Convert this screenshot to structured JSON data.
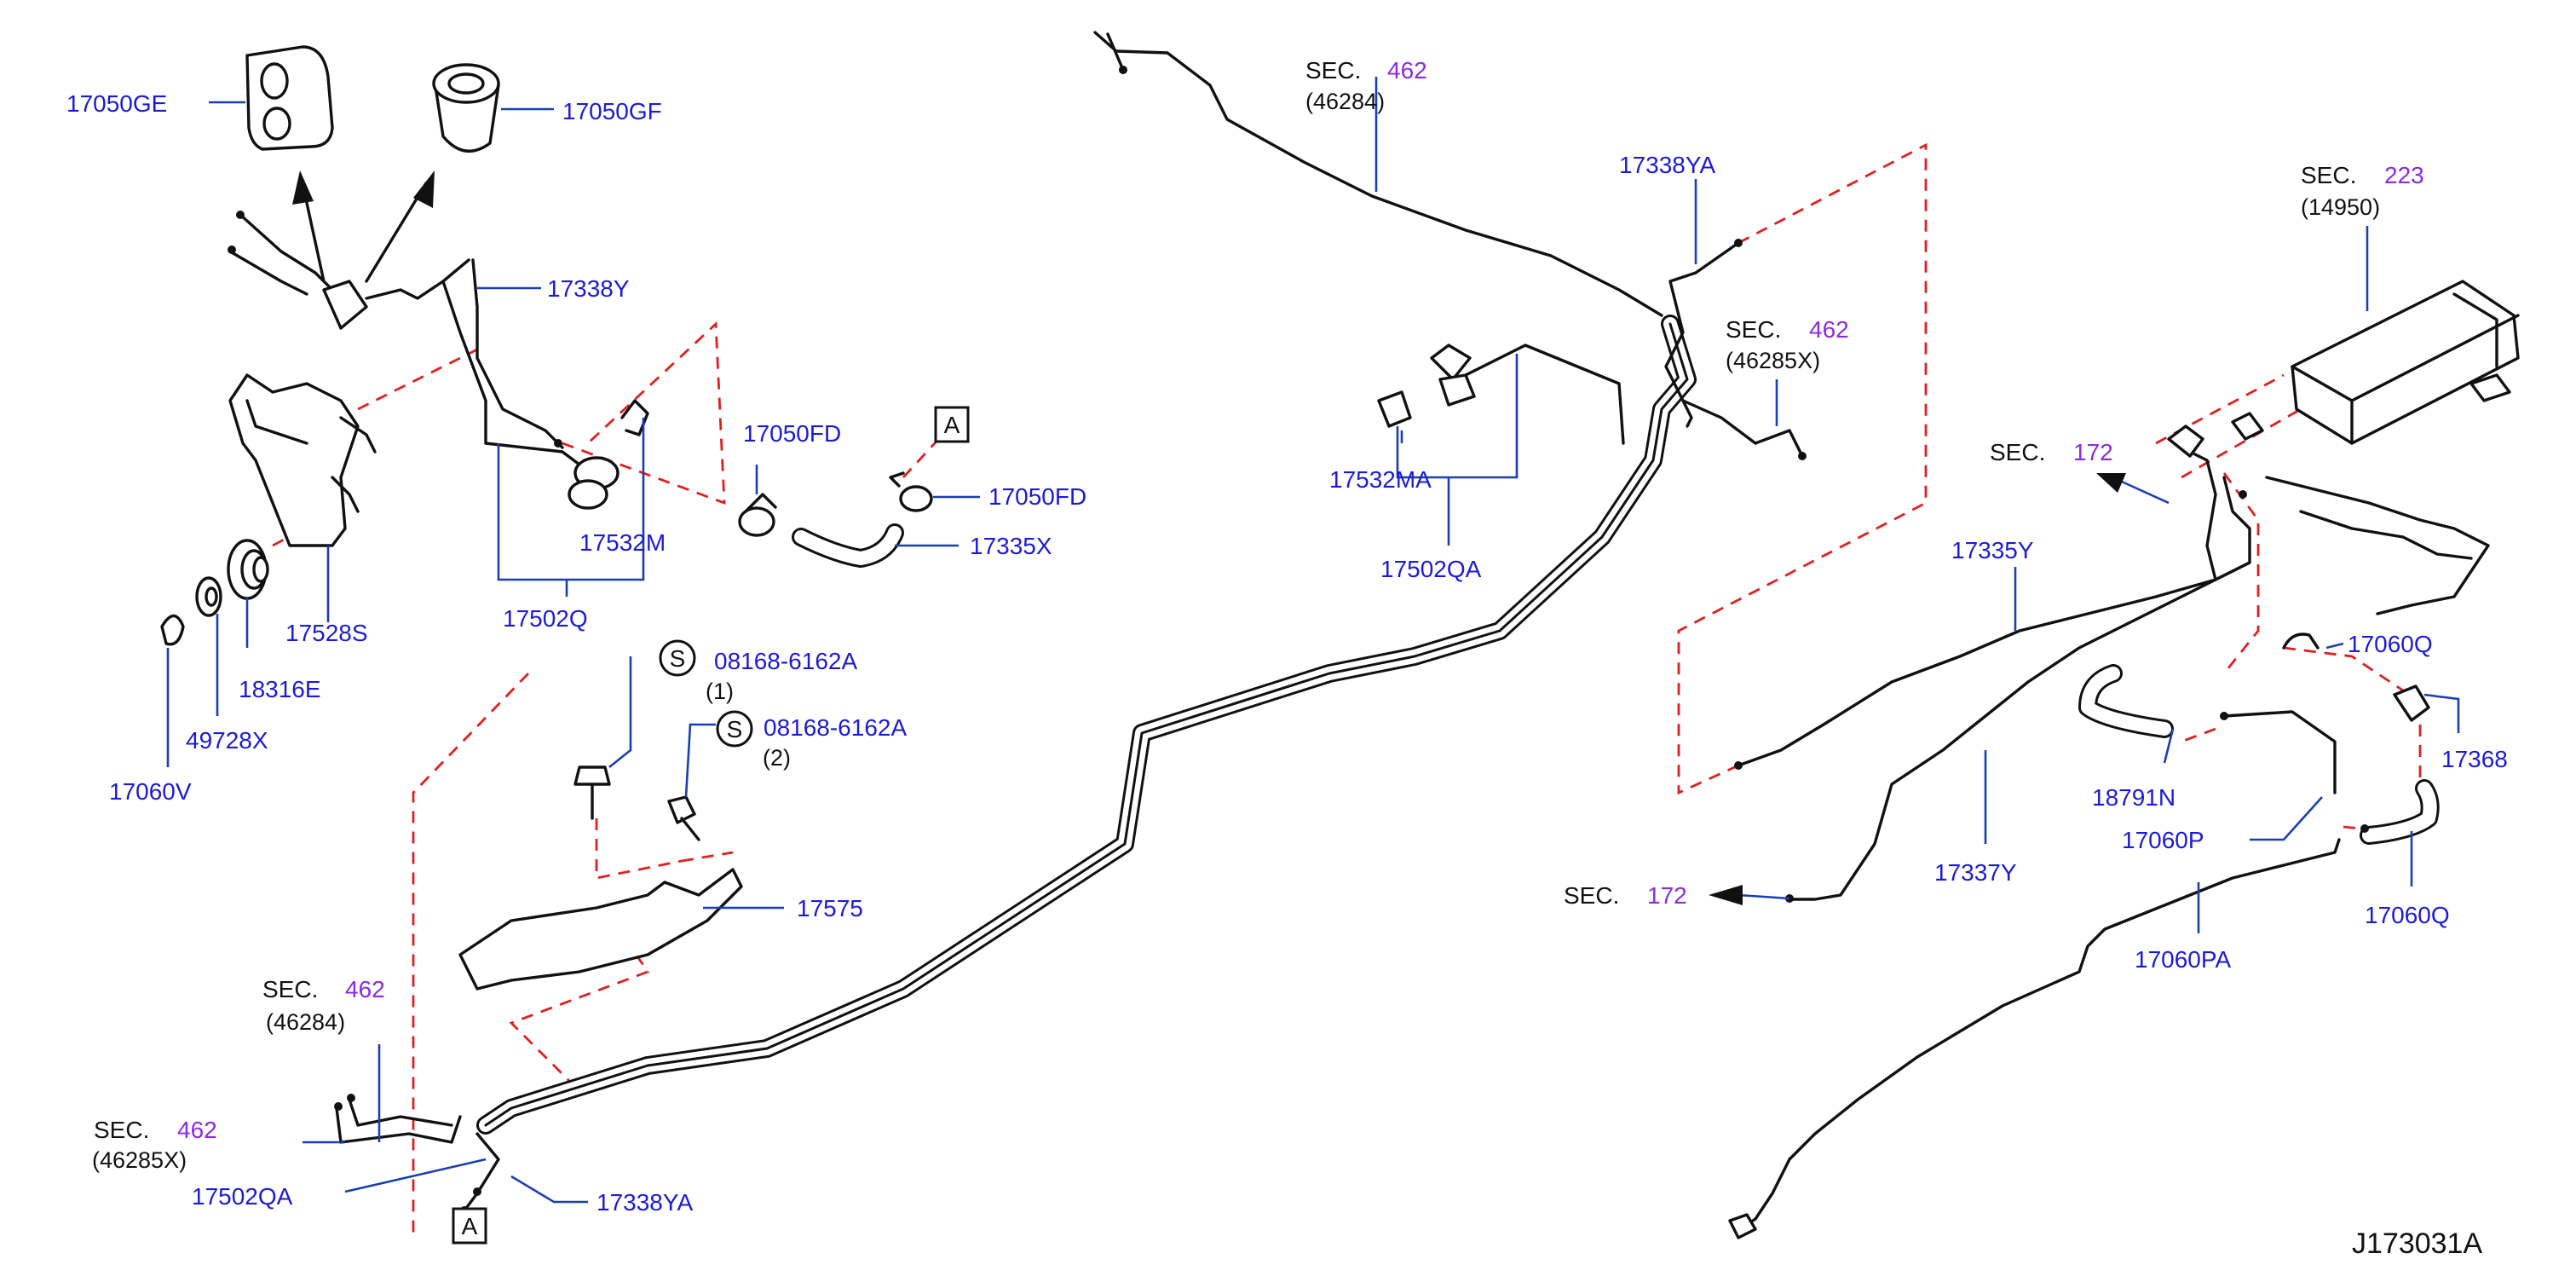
{
  "diagram_code": "J173031A",
  "callouts": {
    "ref_a_top": "A",
    "ref_a_bottom": "A",
    "bolt_s_upper": "S",
    "bolt_s_lower": "S"
  },
  "part_labels": {
    "p17050GE": "17050GE",
    "p17050GF": "17050GF",
    "p17338Y": "17338Y",
    "p17050FD_top": "17050FD",
    "p17050FD_right": "17050FD",
    "p17335X": "17335X",
    "p17532M": "17532M",
    "p17502Q": "17502Q",
    "p17528S": "17528S",
    "p18316E": "18316E",
    "p49728X": "49728X",
    "p17060V": "17060V",
    "p08168_6162A_upper": "08168-6162A",
    "p08168_6162A_lower": "08168-6162A",
    "qty_upper": "(1)",
    "qty_lower": "(2)",
    "p17575": "17575",
    "p17502QA_bottom": "17502QA",
    "p17338YA_bottom": "17338YA",
    "p17532MA": "17532MA",
    "p17502QA_mid": "17502QA",
    "p17338YA_top": "17338YA",
    "p17335Y": "17335Y",
    "p17337Y": "17337Y",
    "p18791N": "18791N",
    "p17060P": "17060P",
    "p17060PA": "17060PA",
    "p17060Q_lower": "17060Q",
    "p17060Q_upper": "17060Q",
    "p17368": "17368"
  },
  "section_refs": {
    "sec_462_top": {
      "prefix": "SEC.",
      "num": "462",
      "code": "(46284)"
    },
    "sec_462_mid": {
      "prefix": "SEC.",
      "num": "462",
      "code": "(46285X)"
    },
    "sec_223": {
      "prefix": "SEC.",
      "num": "223",
      "code": "(14950)"
    },
    "sec_172_upper": {
      "prefix": "SEC.",
      "num": "172"
    },
    "sec_172_lower": {
      "prefix": "SEC.",
      "num": "172"
    },
    "sec_462_bl1": {
      "prefix": "SEC.",
      "num": "462",
      "code": "(46284)"
    },
    "sec_462_bl2": {
      "prefix": "SEC.",
      "num": "462",
      "code": "(46285X)"
    }
  },
  "colors": {
    "part_number": "#1b1bd6",
    "section_number": "#8a2be2",
    "leader_line": "#1b3fb0",
    "dashed_guide": "#e02020",
    "outline": "#111111"
  }
}
